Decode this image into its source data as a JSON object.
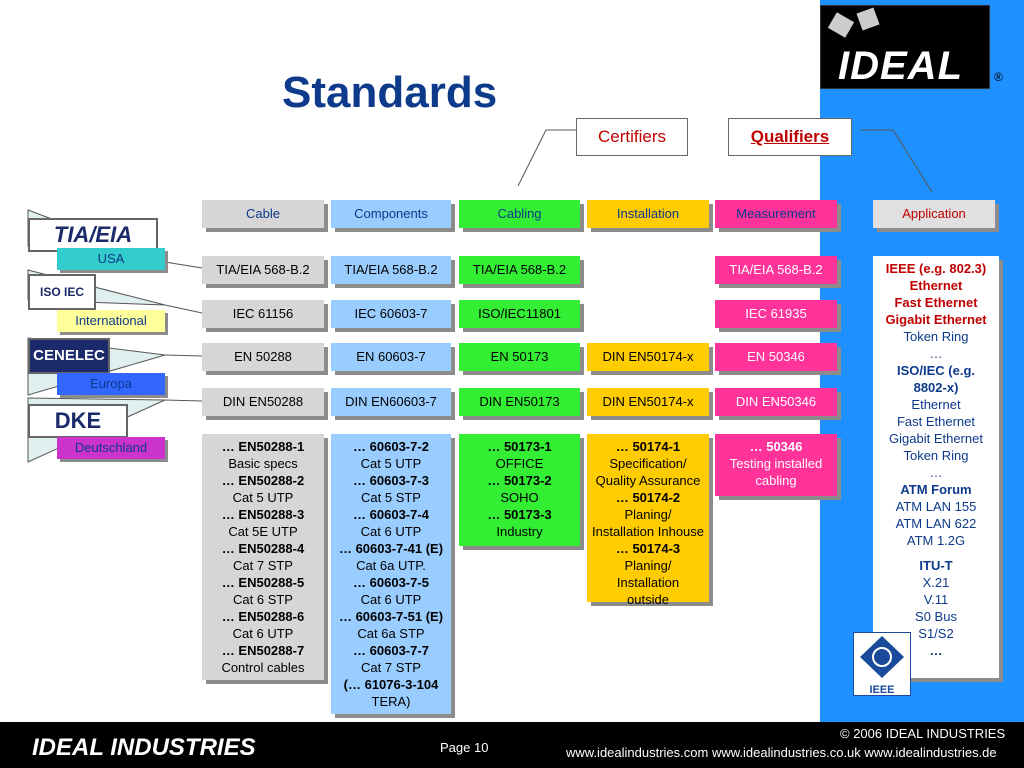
{
  "title": "Standards",
  "logo": {
    "text": "IDEAL",
    "reg": "®"
  },
  "tabs": {
    "certifiers": "Certifiers",
    "qualifiers": "Qualifiers"
  },
  "headers": {
    "cable": "Cable",
    "components": "Components",
    "cabling": "Cabling",
    "installation": "Installation",
    "measurement": "Measurement",
    "application": "Application"
  },
  "regions": {
    "usa": {
      "logo": "TIA/EIA",
      "label": "USA"
    },
    "international": {
      "logo": "ISO IEC",
      "label": "International"
    },
    "europa": {
      "logo": "CENELEC",
      "label": "Europa"
    },
    "deutschland": {
      "logo": "DKE",
      "label": "Deutschland"
    }
  },
  "rows": {
    "usa": {
      "cable": "TIA/EIA 568-B.2",
      "components": "TIA/EIA 568-B.2",
      "cabling": "TIA/EIA 568-B.2",
      "measurement": "TIA/EIA 568-B.2"
    },
    "international": {
      "cable": "IEC 61156",
      "components": "IEC 60603-7",
      "cabling": "ISO/IEC11801",
      "measurement": "IEC 61935"
    },
    "europa": {
      "cable": "EN 50288",
      "components": "EN 60603-7",
      "cabling": "EN 50173",
      "installation": "DIN EN50174-x",
      "measurement": "EN 50346"
    },
    "deutschland": {
      "cable": "DIN EN50288",
      "components": "DIN EN60603-7",
      "cabling": "DIN EN50173",
      "installation": "DIN EN50174-x",
      "measurement": "DIN EN50346"
    }
  },
  "details": {
    "cable": [
      {
        "code": "… EN50288-1",
        "desc": "Basic specs"
      },
      {
        "code": "… EN50288-2",
        "desc": "Cat 5 UTP"
      },
      {
        "code": "… EN50288-3",
        "desc": "Cat 5E UTP"
      },
      {
        "code": "… EN50288-4",
        "desc": "Cat 7 STP"
      },
      {
        "code": "… EN50288-5",
        "desc": "Cat 6 STP"
      },
      {
        "code": "… EN50288-6",
        "desc": "Cat 6 UTP"
      },
      {
        "code": "… EN50288-7",
        "desc": "Control cables"
      }
    ],
    "components": [
      {
        "code": "… 60603-7-2",
        "desc": "Cat 5 UTP"
      },
      {
        "code": "… 60603-7-3",
        "desc": "Cat 5 STP"
      },
      {
        "code": "… 60603-7-4",
        "desc": "Cat 6 UTP"
      },
      {
        "code": "… 60603-7-41 (E)",
        "desc": "Cat 6a UTP."
      },
      {
        "code": "… 60603-7-5",
        "desc": "Cat 6 UTP"
      },
      {
        "code": "… 60603-7-51 (E)",
        "desc": "Cat 6a STP"
      },
      {
        "code": "… 60603-7-7",
        "desc": "Cat 7 STP"
      }
    ],
    "components_extra": {
      "code": "(… 61076-3-104",
      "desc": "TERA)"
    },
    "cabling": [
      {
        "code": "… 50173-1",
        "desc": "OFFICE"
      },
      {
        "code": "… 50173-2",
        "desc": "SOHO"
      },
      {
        "code": "… 50173-3",
        "desc": "Industry"
      }
    ],
    "installation": [
      {
        "code": "… 50174-1",
        "desc1": "Specification/",
        "desc2": "Quality Assurance"
      },
      {
        "code": "… 50174-2",
        "desc1": "Planing/",
        "desc2": "Installation Inhouse"
      },
      {
        "code": "… 50174-3",
        "desc1": "Planing/",
        "desc2": "Installation",
        "desc3": "outside"
      }
    ],
    "measurement": {
      "code": "… 50346",
      "desc1": "Testing installed",
      "desc2": "cabling"
    }
  },
  "application": {
    "ieee": "IEEE (e.g. 802.3)",
    "ethernet_b": "Ethernet",
    "fast_b": "Fast Ethernet",
    "gigabit_b": "Gigabit Ethernet",
    "token_a": "Token Ring",
    "ellipsis_a": "…",
    "iso": "ISO/IEC (e.g.",
    "iso2": "8802-x)",
    "ethernet": "Ethernet",
    "fast": "Fast Ethernet",
    "gigabit": "Gigabit Ethernet",
    "token": "Token Ring",
    "ellipsis_b": "…",
    "atm": "ATM Forum",
    "atm155": "ATM LAN 155",
    "atm622": "ATM LAN 622",
    "atm12": "ATM 1.2G",
    "itu": "ITU-T",
    "x21": "X.21",
    "v11": "V.11",
    "s0": "S0 Bus",
    "s1": "S1/S2",
    "ellipsis_c": "…"
  },
  "ieee_logo": "IEEE",
  "footer": {
    "company": "IDEAL INDUSTRIES",
    "page": "Page 10",
    "copyright": "© 2006 IDEAL INDUSTRIES",
    "web": "www.idealindustries.com www.idealindustries.co.uk www.idealindustries.de"
  },
  "colors": {
    "title": "#0d3a8a",
    "panel": "#1e90ff",
    "green": "#33ee33",
    "yellow": "#ffcc00",
    "pink": "#ff3399",
    "lightblue": "#99ccff"
  }
}
